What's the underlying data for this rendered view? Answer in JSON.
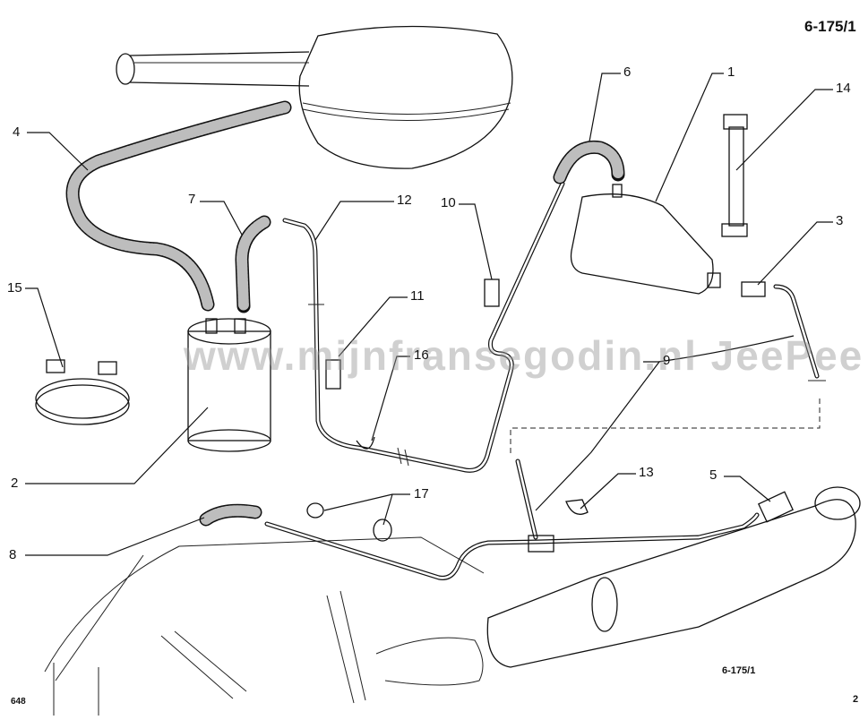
{
  "diagram": {
    "code_top": "6-175/1",
    "code_bottom": "6-175/1",
    "code_left": "648",
    "code_right": "2",
    "watermark": "www.mijnfransegodin.nl  JeePee",
    "callouts": [
      {
        "id": "c1",
        "text": "1"
      },
      {
        "id": "c2",
        "text": "2"
      },
      {
        "id": "c3",
        "text": "3"
      },
      {
        "id": "c4",
        "text": "4"
      },
      {
        "id": "c5",
        "text": "5"
      },
      {
        "id": "c6",
        "text": "6"
      },
      {
        "id": "c7",
        "text": "7"
      },
      {
        "id": "c8",
        "text": "8"
      },
      {
        "id": "c9",
        "text": "9"
      },
      {
        "id": "c10",
        "text": "10"
      },
      {
        "id": "c11",
        "text": "11"
      },
      {
        "id": "c12",
        "text": "12"
      },
      {
        "id": "c13",
        "text": "13"
      },
      {
        "id": "c14",
        "text": "14"
      },
      {
        "id": "c15",
        "text": "15"
      },
      {
        "id": "c16",
        "text": "16"
      },
      {
        "id": "c17",
        "text": "17"
      }
    ]
  }
}
